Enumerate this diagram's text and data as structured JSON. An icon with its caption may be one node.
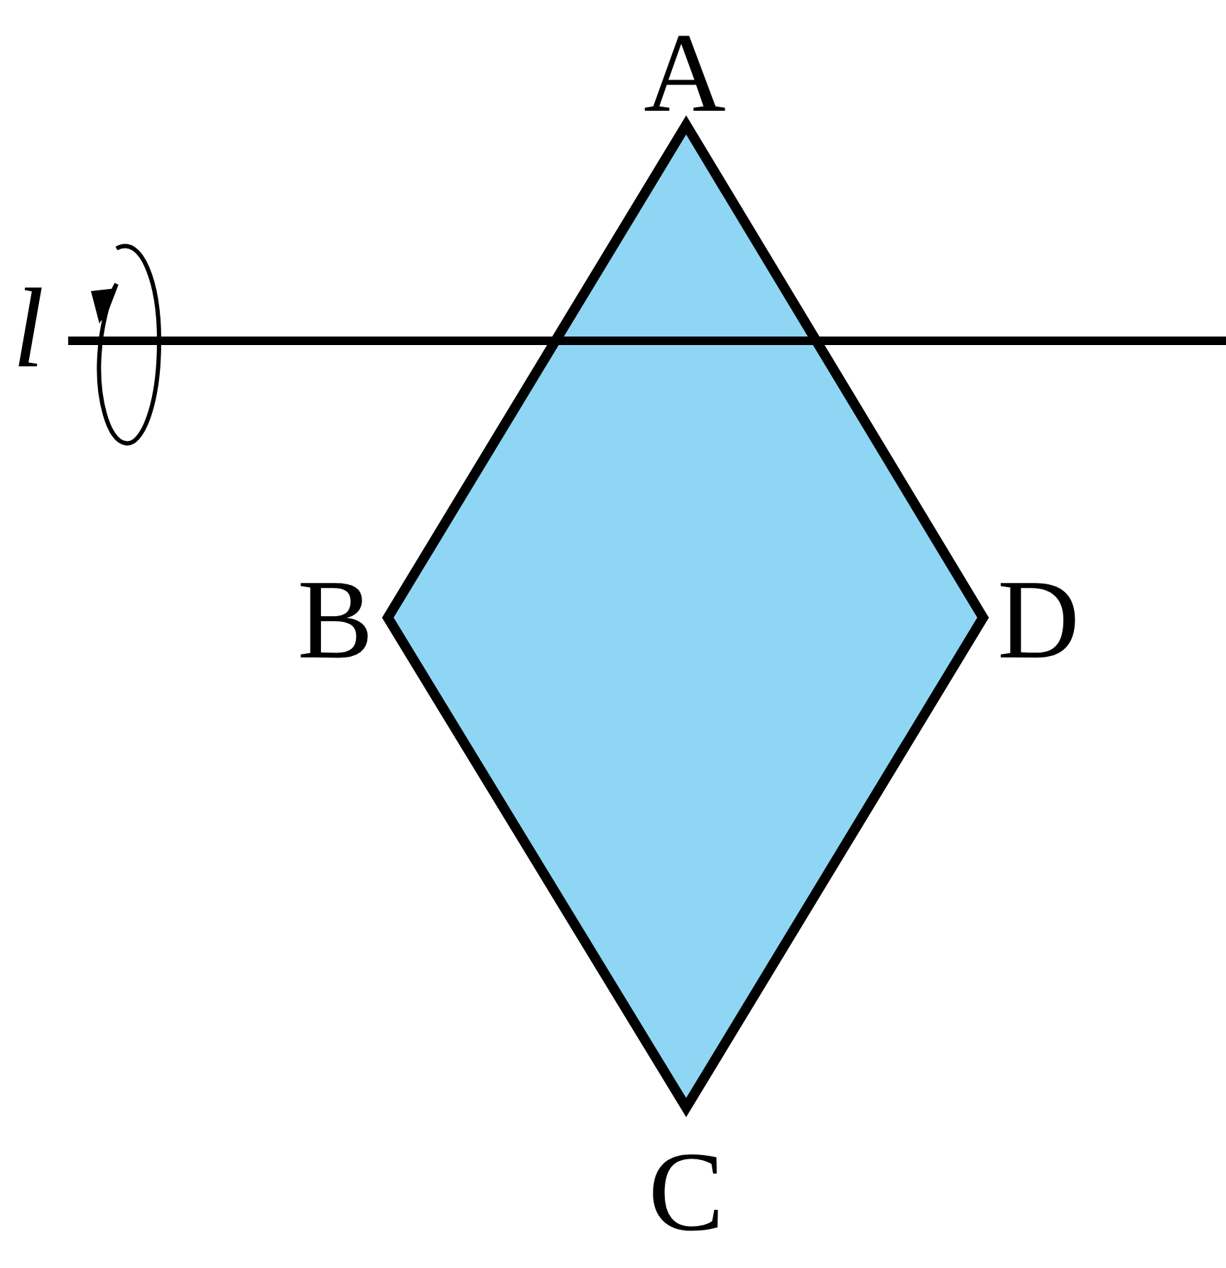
{
  "diagram": {
    "labels": [
      "A",
      "l",
      "B",
      "D",
      "C"
    ]
  }
}
